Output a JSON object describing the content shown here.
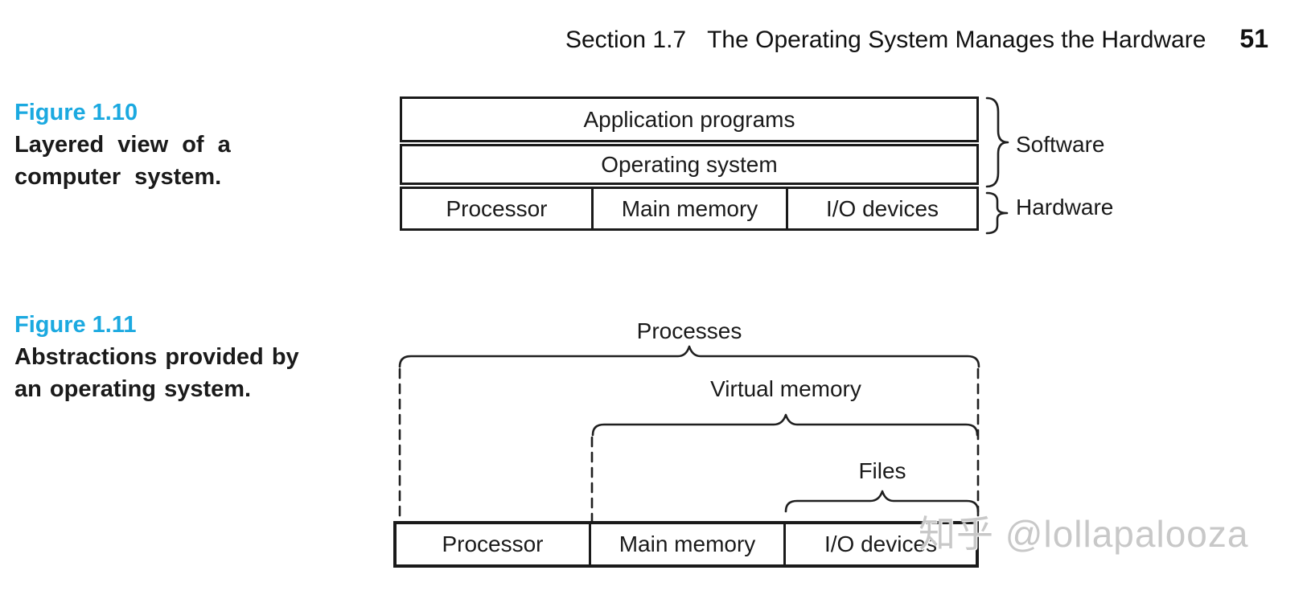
{
  "header": {
    "section": "Section 1.7",
    "title": "The Operating System Manages the Hardware",
    "page_number": "51"
  },
  "figure_1_10": {
    "label": "Figure 1.10",
    "caption_lines": [
      "Layered view of a",
      "computer system."
    ],
    "rows": {
      "application": "Application programs",
      "operating_system": "Operating system"
    },
    "hardware_cells": [
      "Processor",
      "Main memory",
      "I/O devices"
    ],
    "braces": {
      "software": "Software",
      "hardware": "Hardware"
    }
  },
  "figure_1_11": {
    "label": "Figure 1.11",
    "caption_lines": [
      "Abstractions provided by",
      "an operating system."
    ],
    "abstractions": [
      {
        "name": "Processes",
        "spans": [
          "Processor",
          "Main memory",
          "I/O devices"
        ]
      },
      {
        "name": "Virtual memory",
        "spans": [
          "Main memory",
          "I/O devices"
        ]
      },
      {
        "name": "Files",
        "spans": [
          "I/O devices"
        ]
      }
    ],
    "hardware_cells": [
      "Processor",
      "Main memory",
      "I/O devices"
    ]
  },
  "watermark": {
    "text": "知乎 @lollapalooza"
  },
  "colors": {
    "figure_label_blue": "#1ba9e0",
    "ink": "#1a1a1a",
    "watermark_gray": "#c8c8c8"
  }
}
